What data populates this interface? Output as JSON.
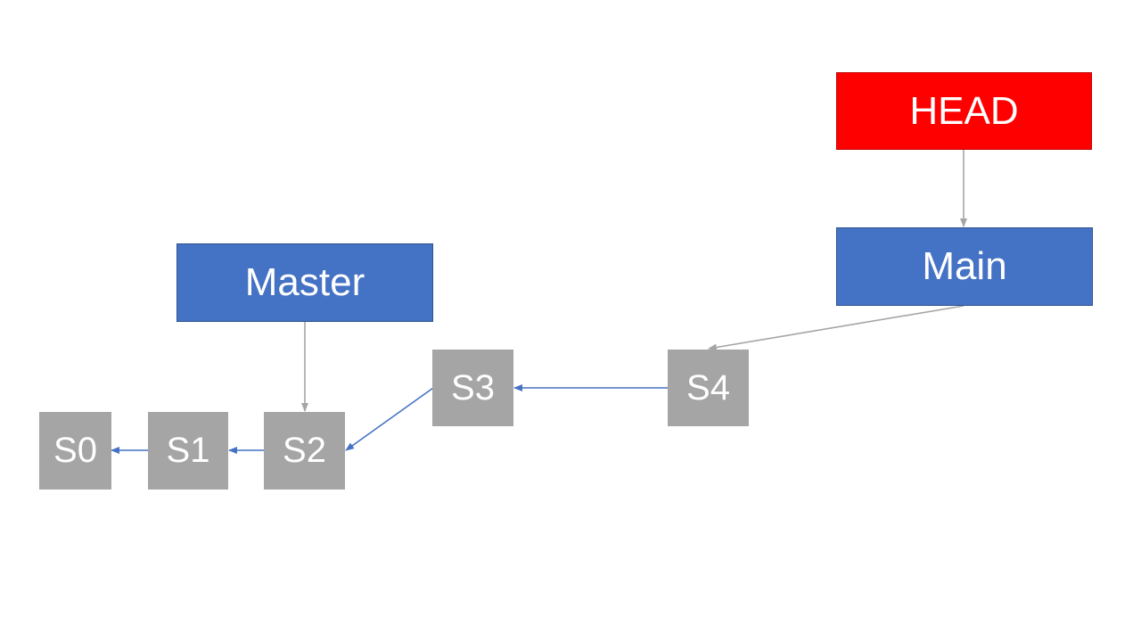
{
  "refs": {
    "head": "HEAD",
    "main": "Main",
    "master": "Master"
  },
  "commits": [
    "S0",
    "S1",
    "S2",
    "S3",
    "S4"
  ],
  "colors": {
    "head": "#ff0000",
    "branch": "#4472c4",
    "commit": "#a5a5a5",
    "parent_arrow": "#4472c4",
    "ref_arrow": "#a5a5a5"
  }
}
